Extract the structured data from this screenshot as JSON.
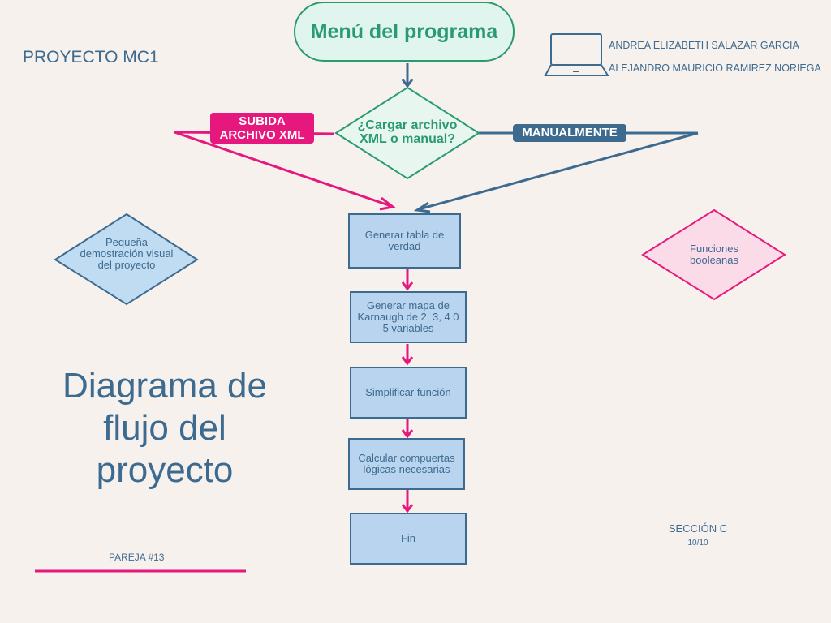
{
  "title": "Menú del programa",
  "project": "PROYECTO MC1",
  "authors": [
    "ANDREA ELIZABETH SALAZAR GARCIA",
    "ALEJANDRO MAURICIO RAMIREZ NORIEGA"
  ],
  "decision": "¿Cargar archivo XML o manual?",
  "branch_left": "SUBIDA ARCHIVO XML",
  "branch_right": "MANUALMENTE",
  "steps": [
    "Generar tabla de verdad",
    "Generar mapa de Karnaugh de 2, 3, 4 0 5 variables",
    "Simplificar función",
    "Calcular compuertas lógicas necesarias",
    "Fin"
  ],
  "side_left": "Pequeña demostración visual del proyecto",
  "side_right": "Funciones booleanas",
  "big_title": "Diagrama de flujo del proyecto",
  "pair": "PAREJA #13",
  "section": "SECCIÓN C",
  "score": "10/10",
  "colors": {
    "blue": "#3d6a8f",
    "pink": "#e6187d",
    "green": "#2a9a72",
    "mint": "#dff5ee",
    "lightblue": "#b8d4ee",
    "background": "#f7f1ee"
  }
}
